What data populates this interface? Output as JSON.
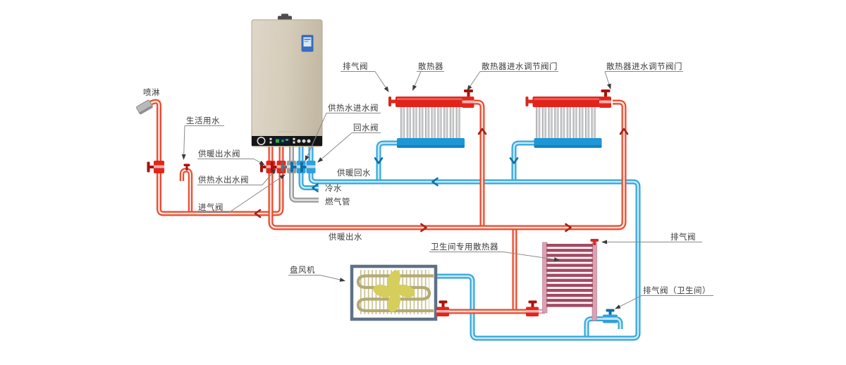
{
  "labels": {
    "spray": "喷淋",
    "domestic_water": "生活用水",
    "heating_outlet_valve": "供暖出水阀",
    "hot_water_outlet_valve": "供热水出水阀",
    "gas_inlet_valve": "进气阀",
    "air_vent_valve": "排气阀",
    "radiator": "散热器",
    "radiator_inlet_valve_1": "散热器进水调节阀门",
    "radiator_inlet_valve_2": "散热器进水调节阀门",
    "hot_water_inlet_valve": "供热水进水阀",
    "return_water_valve": "回水阀",
    "heating_return_water": "供暖回水",
    "cold_water": "冷水",
    "gas_pipe": "燃气管",
    "heating_outlet_water": "供暖出水",
    "bathroom_radiator": "卫生间专用散热器",
    "fan_coil": "盘风机",
    "air_vent_valve_right": "排气阀",
    "air_vent_valve_bathroom": "排气阀（卫生间）"
  },
  "colors": {
    "pipe_red": "#e8492e",
    "pipe_blue": "#33a7dd",
    "pipe_gray": "#9b9b9b",
    "radiator_red": "#e2231a",
    "radiator_blue": "#1d97d6",
    "towel_radiator_rung": "#a34a64",
    "towel_radiator_rail": "#d9a2b2",
    "fan_coil_border": "#5e7186",
    "fan_coil_coil": "#b3ab74",
    "fan_blade": "#d6ce5c",
    "boiler_body": "#d5ccba",
    "label_text": "#3b3b3b"
  }
}
